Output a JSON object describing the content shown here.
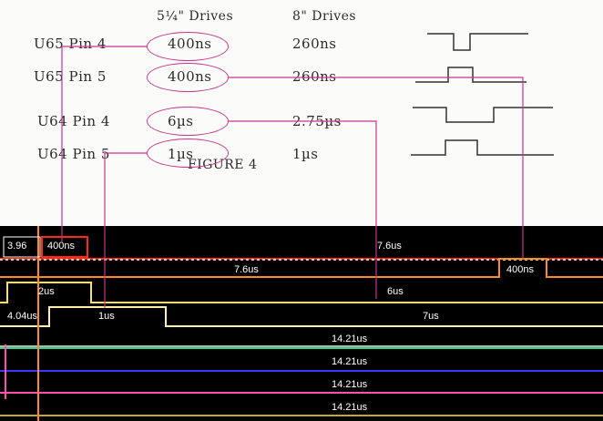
{
  "document": {
    "col_5in": "5¼\" Drives",
    "col_8in": "8\" Drives",
    "rows": [
      {
        "label": "U65 Pin 4",
        "v5": "400ns",
        "v8": "260ns"
      },
      {
        "label": "U65 Pin 5",
        "v5": "400ns",
        "v8": "260ns"
      },
      {
        "label": "U64 Pin 4",
        "v5": "6µs",
        "v8": "2.75µs"
      },
      {
        "label": "U64 Pin 5",
        "v5": "1µs",
        "v8": "1µs"
      }
    ],
    "figure_label": "FIGURE 4"
  },
  "scope": {
    "ch1": {
      "left": "3.96",
      "a": "400ns",
      "b": "7.6us"
    },
    "ch2": {
      "a": "7.6us",
      "b": "400ns"
    },
    "ch3": {
      "a": "2us",
      "b": "6us"
    },
    "ch4": {
      "left": "4.04us",
      "a": "1us",
      "b": "7us"
    },
    "ch5": "14.21us",
    "ch6": "14.21us",
    "ch7": "14.21us",
    "ch8": "14.21us"
  },
  "colors": {
    "magenta": "#c8368d",
    "red": "#ff2a1a",
    "orange": "#ff8c1a",
    "yellow": "#ffe14a",
    "green": "#2fd29a",
    "blue": "#3a3aff",
    "pink": "#ff4fb0",
    "cursor": "#ff8a2a"
  }
}
